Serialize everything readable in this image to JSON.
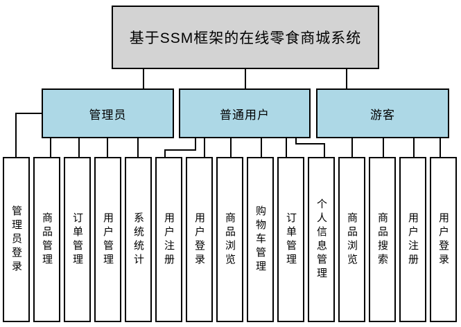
{
  "colors": {
    "root_fill": "#d3d3d3",
    "group_fill": "#add8e6",
    "leaf_fill": "#ffffff",
    "border": "#000000",
    "line": "#000000"
  },
  "root": {
    "label": "基于SSM框架的在线零食商城系统"
  },
  "groups": [
    {
      "label": "管理员"
    },
    {
      "label": "普通用户"
    },
    {
      "label": "游客"
    }
  ],
  "leaves": [
    {
      "label": "管理员登录",
      "parent": "管理员"
    },
    {
      "label": "商品管理",
      "parent": "管理员"
    },
    {
      "label": "订单管理",
      "parent": "管理员"
    },
    {
      "label": "用户管理",
      "parent": "管理员"
    },
    {
      "label": "系统统计",
      "parent": "管理员"
    },
    {
      "label": "用户注册",
      "parent": "普通用户"
    },
    {
      "label": "用户登录",
      "parent": "普通用户"
    },
    {
      "label": "商品浏览",
      "parent": "普通用户"
    },
    {
      "label": "购物车管理",
      "parent": "普通用户"
    },
    {
      "label": "订单管理",
      "parent": "普通用户"
    },
    {
      "label": "个人信息管理",
      "parent": "普通用户"
    },
    {
      "label": "商品浏览",
      "parent": "游客"
    },
    {
      "label": "商品搜索",
      "parent": "游客"
    },
    {
      "label": "用户注册",
      "parent": "游客"
    },
    {
      "label": "用户登录",
      "parent": "游客"
    }
  ]
}
